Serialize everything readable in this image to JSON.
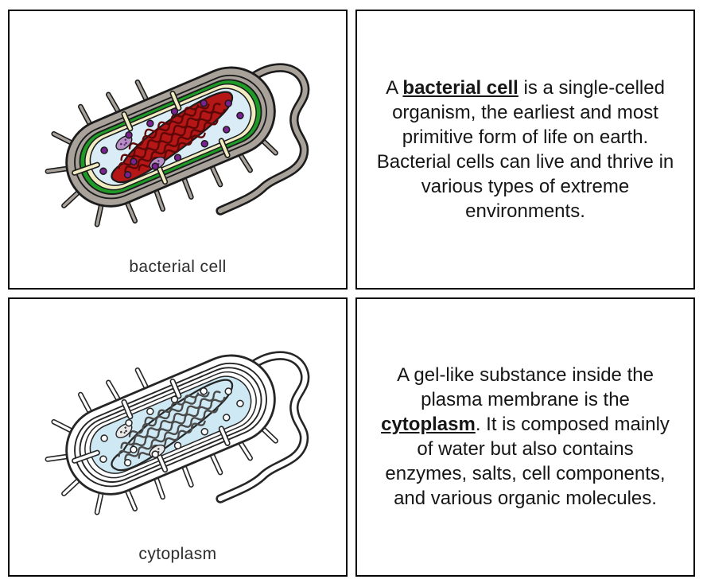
{
  "page": {
    "background_color": "#ffffff",
    "card_border_color": "#000000",
    "text_color": "#161616"
  },
  "cards": [
    {
      "type": "figure",
      "label": "bacterial cell",
      "art": "bacterial-cell-color-diagram",
      "palette": {
        "outline": "#1c1c1c",
        "capsule": "#a8a29a",
        "wall": "#1f9c28",
        "membrane": "#f2ecc2",
        "cyto": "#daedf6",
        "nucleoid": "#b51616",
        "nucleoid-line": "#5e0707",
        "ribosome": "#7c2191",
        "plasmid": "#b78fc5",
        "plasmid-dot": "#5a2a6e"
      }
    },
    {
      "type": "text",
      "before": "A ",
      "term": "bacterial cell",
      "after": " is a single-celled organism, the earliest and most primitive form of life on earth. Bacterial cells can live and thrive in various types of extreme environments."
    },
    {
      "type": "figure",
      "label": "cytoplasm",
      "art": "bacterial-cell-outline-diagram",
      "palette": {
        "outline": "#262626",
        "capsule": "#ffffff",
        "wall": "#ffffff",
        "membrane": "#ffffff",
        "cyto": "#cfe9f4",
        "nucleoid": "#cfe9f4",
        "nucleoid-line": "#4a4a4a",
        "ribosome": "#ffffff",
        "plasmid": "#e9e9e9",
        "plasmid-dot": "#3c3c3c"
      }
    },
    {
      "type": "text",
      "before": "A gel-like substance inside the plasma membrane is the ",
      "term": "cytoplasm",
      "after": ". It is composed mainly of water but also contains enzymes, salts, cell components, and various organic molecules."
    }
  ]
}
